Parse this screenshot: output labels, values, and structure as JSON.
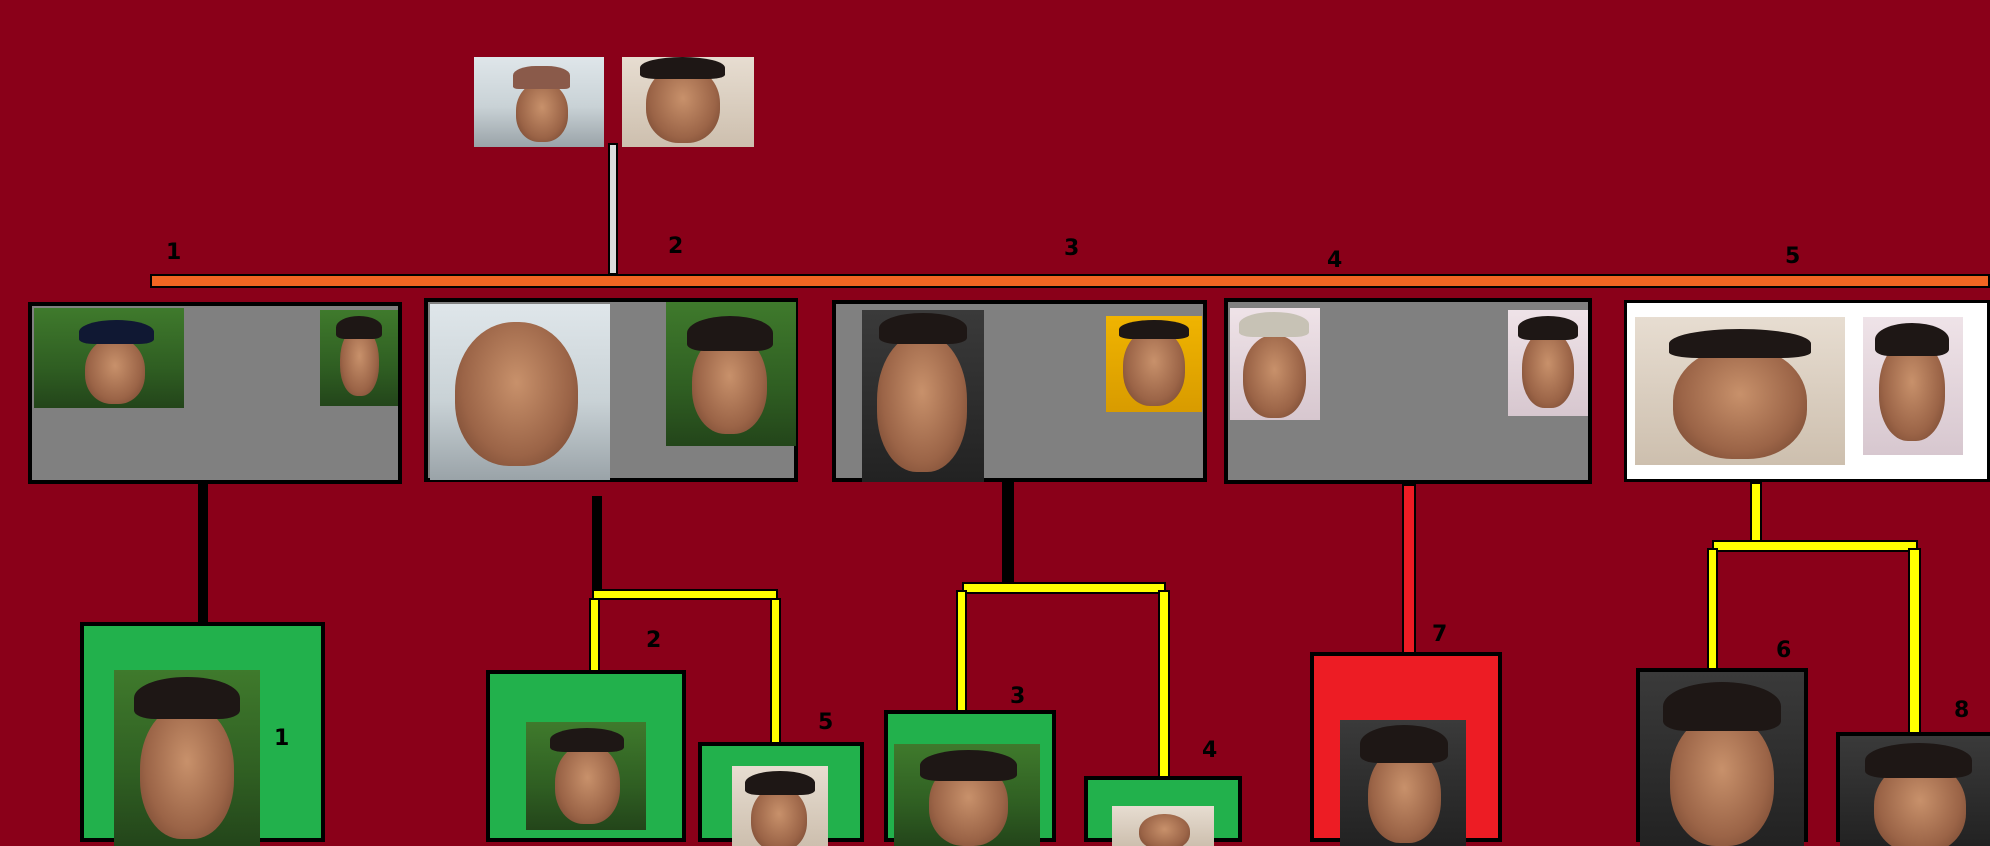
{
  "diagram": {
    "gen1_labels": [
      "1",
      "2",
      "3",
      "4",
      "5"
    ],
    "gen2_labels": [
      "1",
      "2",
      "5",
      "3",
      "4",
      "7",
      "6",
      "8"
    ]
  },
  "colors": {
    "background": "#8a0019",
    "main_line": "#f26522",
    "branch_line": "#ffff00",
    "child_frame_green": "#22b14c",
    "child_frame_red": "#ed1c24",
    "couple_frame_gray": "#808080"
  }
}
